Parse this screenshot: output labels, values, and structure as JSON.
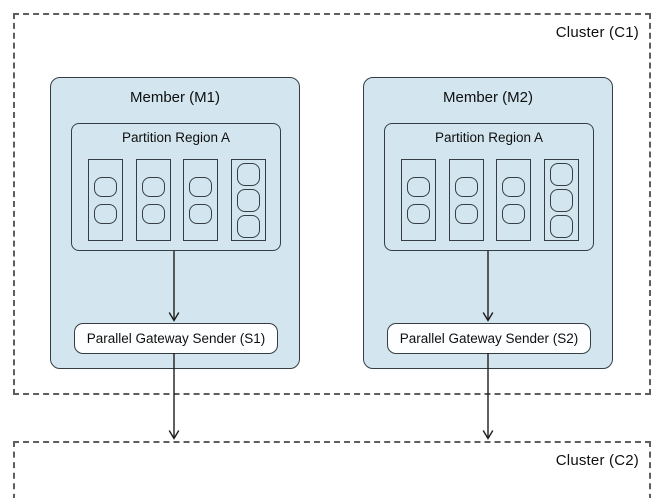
{
  "clusters": {
    "c1_label": "Cluster (C1)",
    "c2_label": "Cluster (C2)"
  },
  "members": [
    {
      "title": "Member (M1)",
      "partition_title": "Partition Region A",
      "bucket_entry_counts": [
        2,
        2,
        2,
        3
      ],
      "sender_label": "Parallel Gateway Sender (S1)"
    },
    {
      "title": "Member (M2)",
      "partition_title": "Partition Region A",
      "bucket_entry_counts": [
        2,
        2,
        2,
        3
      ],
      "sender_label": "Parallel Gateway Sender (S2)"
    }
  ],
  "colors": {
    "member_fill": "#d3e6ef",
    "sender_fill": "#fdfeff",
    "box_border": "#363e44",
    "dash_border": "#5e5e5e",
    "arrow": "#1d1d1d"
  }
}
